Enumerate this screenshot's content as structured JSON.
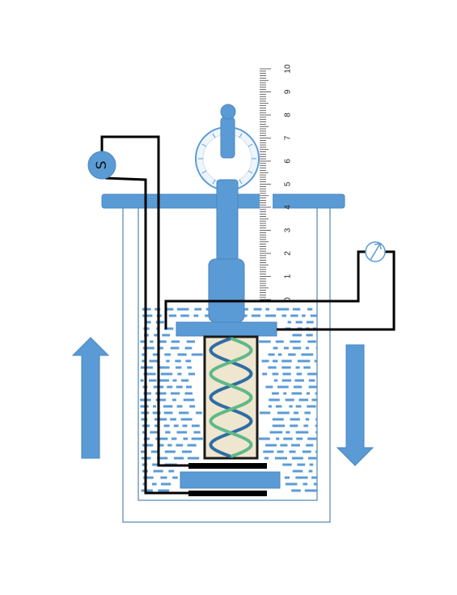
{
  "source": {
    "label": "S"
  },
  "ruler": {
    "labels": [
      "0",
      "1",
      "2",
      "3",
      "4",
      "5",
      "6",
      "7",
      "8",
      "9",
      "10"
    ]
  },
  "colors": {
    "apparatus_blue": "#5b9bd5",
    "outline_blue": "#2e6da4",
    "wire": "#000000",
    "fluid_dash": "#5b9bd5",
    "sample_fill": "#efe6cf",
    "helix_blue": "#2e6da4",
    "helix_green": "#5fb98a",
    "dial_face": "#eef5fc"
  },
  "icons": {
    "up_arrow": "up-arrow-icon",
    "down_arrow": "down-arrow-icon",
    "meter": "meter-icon"
  }
}
